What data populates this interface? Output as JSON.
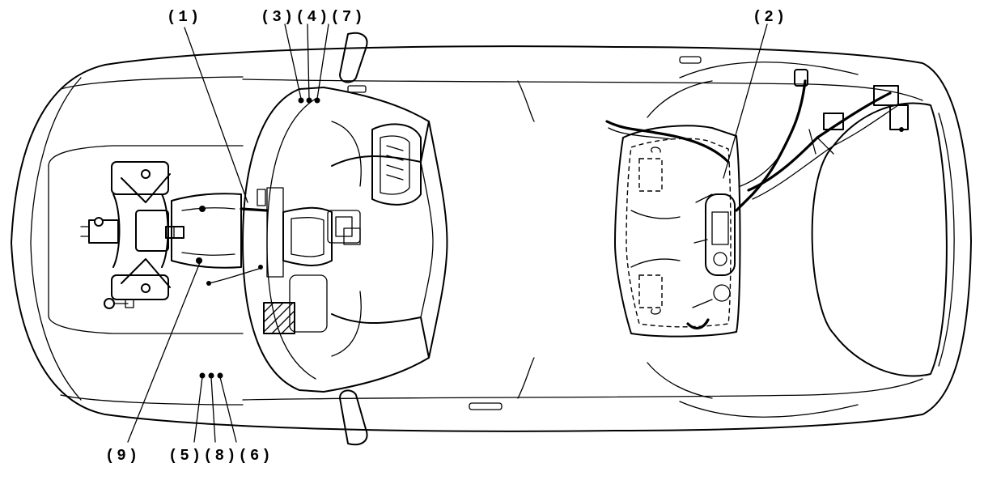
{
  "labels": {
    "l1": "(1)",
    "l2": "(2)",
    "l347": "(3)(4)(7)",
    "l9": "(9)",
    "l586": "(5)(8)(6)"
  },
  "colors": {
    "line": "#000000",
    "background": "#ffffff"
  }
}
